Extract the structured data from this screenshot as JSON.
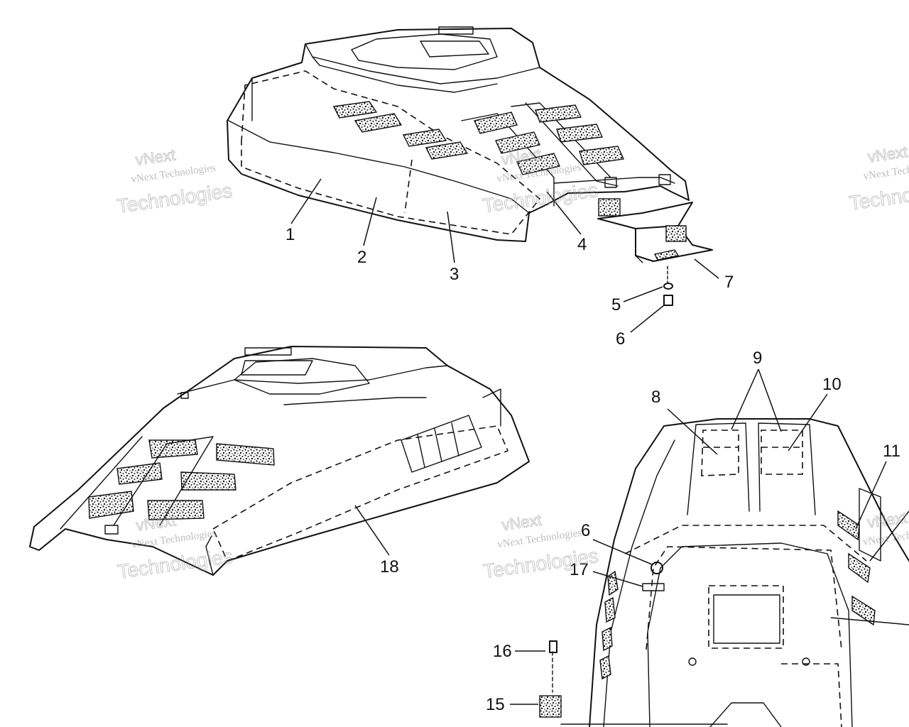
{
  "watermark": {
    "line_small": "vNext Technologies",
    "line_top": "vNext",
    "line_big": "Technologies"
  },
  "callouts": [
    "1",
    "2",
    "3",
    "4",
    "5",
    "6",
    "7",
    "6",
    "8",
    "9",
    "10",
    "11",
    "15",
    "16",
    "17",
    "18"
  ],
  "colors": {
    "ink": "#111111",
    "background": "#ffffff",
    "watermark": "#999999"
  }
}
